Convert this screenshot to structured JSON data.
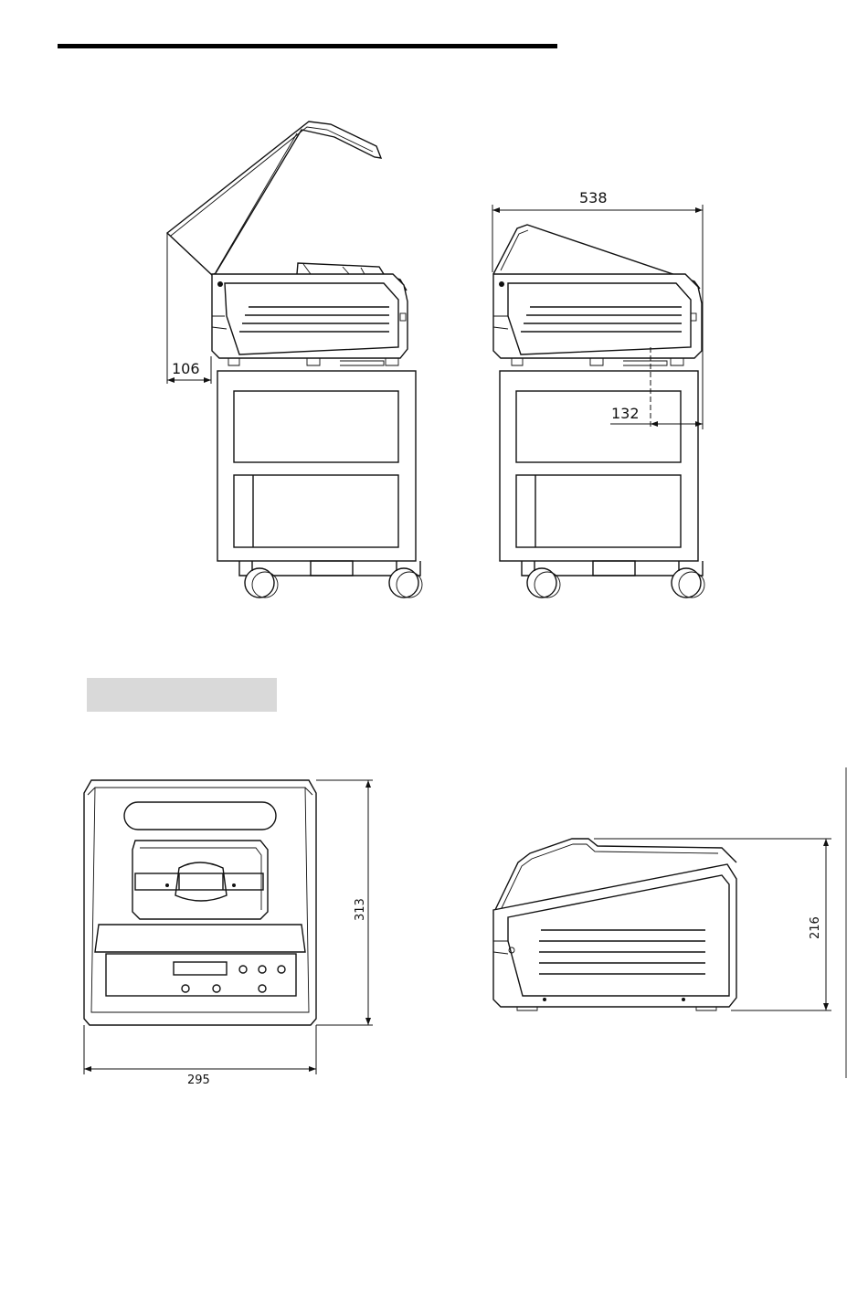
{
  "header": {
    "rule_color": "#000000"
  },
  "section_label": {
    "fill_color": "#d9d9d9"
  },
  "dimensions": {
    "open_lid_overhang": "106",
    "total_depth": "538",
    "rear_offset": "132",
    "unit_height": "313",
    "unit_width": "295",
    "unit_side_height": "216"
  }
}
